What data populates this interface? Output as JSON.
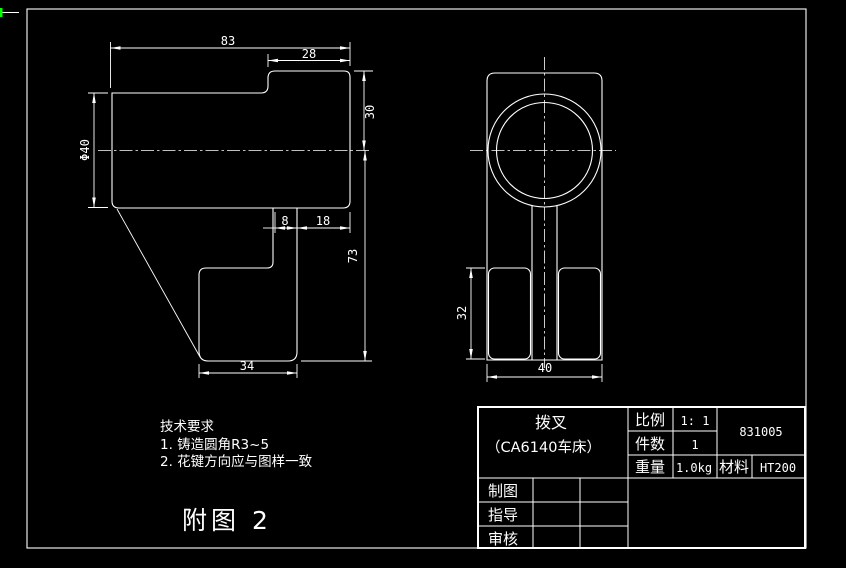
{
  "canvas": {
    "bg": "#000000",
    "line_color": "#ffffff",
    "cursor_color": "#00ff00"
  },
  "caption": "附图 2",
  "tech": {
    "title": "技术要求",
    "line1": "1. 铸造圆角R3~5",
    "line2": "2. 花键方向应与图样一致"
  },
  "dims": {
    "width_total": "83",
    "boss_width": "28",
    "boss_height": "30",
    "hub_dia": "Φ40",
    "web_thk": "8",
    "rib_width": "18",
    "height_lower": "73",
    "foot_width": "34",
    "foot_height": "32",
    "fork_width": "40"
  },
  "title_block": {
    "part_name": "拨叉",
    "machine": "（CA6140车床）",
    "scale_label": "比例",
    "scale_value": "1: 1",
    "qty_label": "件数",
    "qty_value": "1",
    "weight_label": "重量",
    "weight_value": "1.0kg",
    "material_label": "材料",
    "material_value": "HT200",
    "drawing_no": "831005",
    "sig_rows": {
      "r1": "制图",
      "r2": "指导",
      "r3": "审核"
    }
  }
}
